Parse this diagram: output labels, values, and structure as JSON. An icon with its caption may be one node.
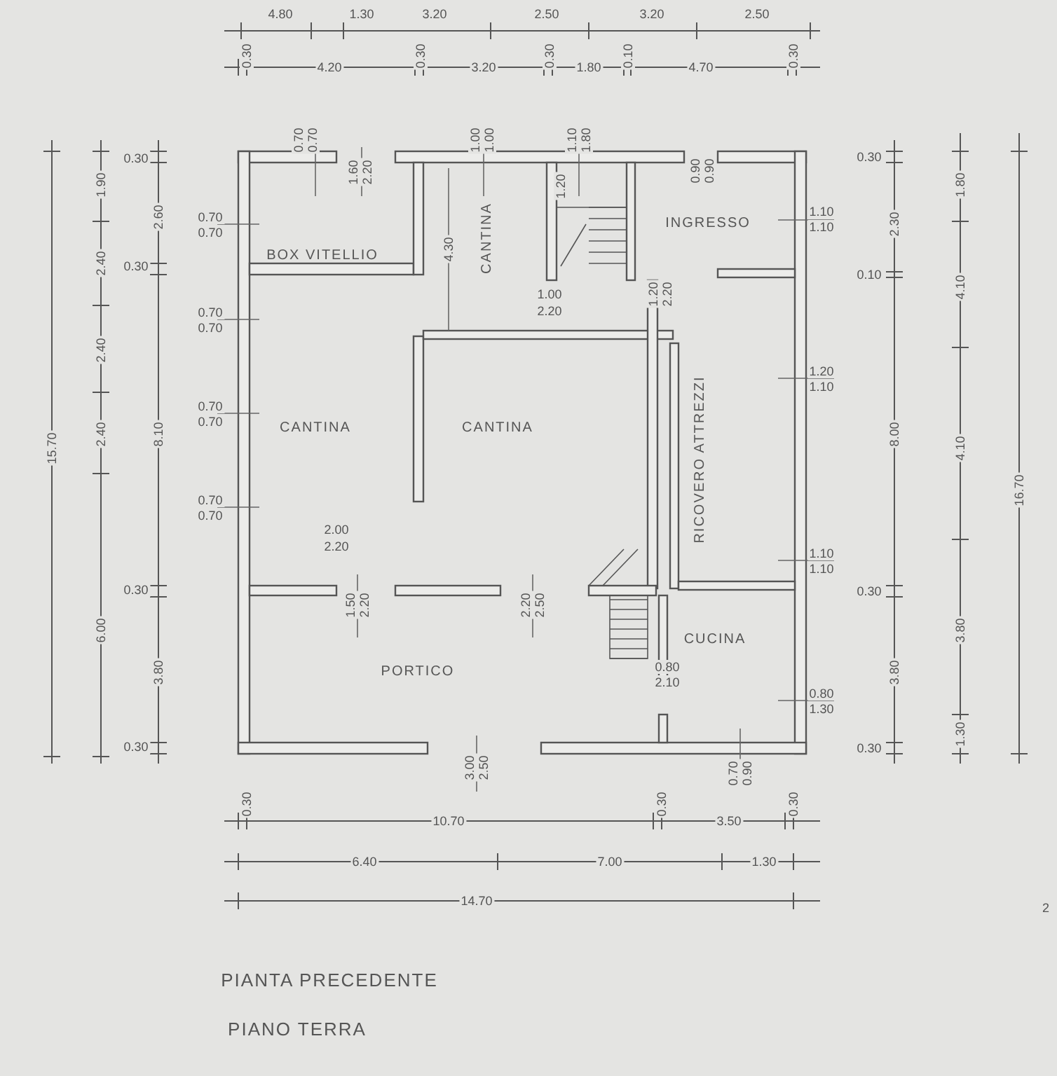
{
  "diagram": {
    "labels": [
      "4.80",
      "1.30",
      "3.20",
      "2.50",
      "3.20",
      "2.50",
      "0.30",
      "4.20",
      "0.30",
      "3.20",
      "0.30",
      "1.80",
      "0.10",
      "4.70",
      "0.30",
      "0.70",
      "0.70",
      "1.60",
      "2.20",
      "1.00",
      "1.00",
      "1.10",
      "1.80",
      "0.90",
      "0.90",
      "1.90",
      "2.40",
      "2.40",
      "2.40",
      "6.00",
      "15.70",
      "0.30",
      "2.60",
      "0.30",
      "8.10",
      "0.30",
      "3.80",
      "0.30",
      "0.70",
      "0.70",
      "0.70",
      "0.70",
      "0.70",
      "0.70",
      "0.70",
      "0.70",
      "BOX VITELLIO",
      "4.30",
      "CANTINA",
      "1.20",
      "1.00",
      "2.20",
      "1.20",
      "2.20",
      "INGRESSO",
      "CANTINA",
      "CANTINA",
      "RICOVERO ATTREZZI",
      "2.00",
      "2.20",
      "1.50",
      "2.20",
      "2.20",
      "2.50",
      "PORTICO",
      "CUCINA",
      "0.80",
      "2.10",
      "3.00",
      "2.50",
      "0.70",
      "0.90",
      "1.10",
      "1.10",
      "1.20",
      "1.10",
      "1.10",
      "1.10",
      "0.80",
      "1.30",
      "0.30",
      "2.30",
      "0.10",
      "8.00",
      "0.30",
      "3.80",
      "0.30",
      "1.80",
      "4.10",
      "4.10",
      "3.80",
      "1.30",
      "16.70",
      "0.30",
      "10.70",
      "0.30",
      "3.50",
      "0.30",
      "6.40",
      "7.00",
      "1.30",
      "14.70",
      "2",
      "PIANTA PRECEDENTE",
      "PIANO TERRA"
    ]
  }
}
